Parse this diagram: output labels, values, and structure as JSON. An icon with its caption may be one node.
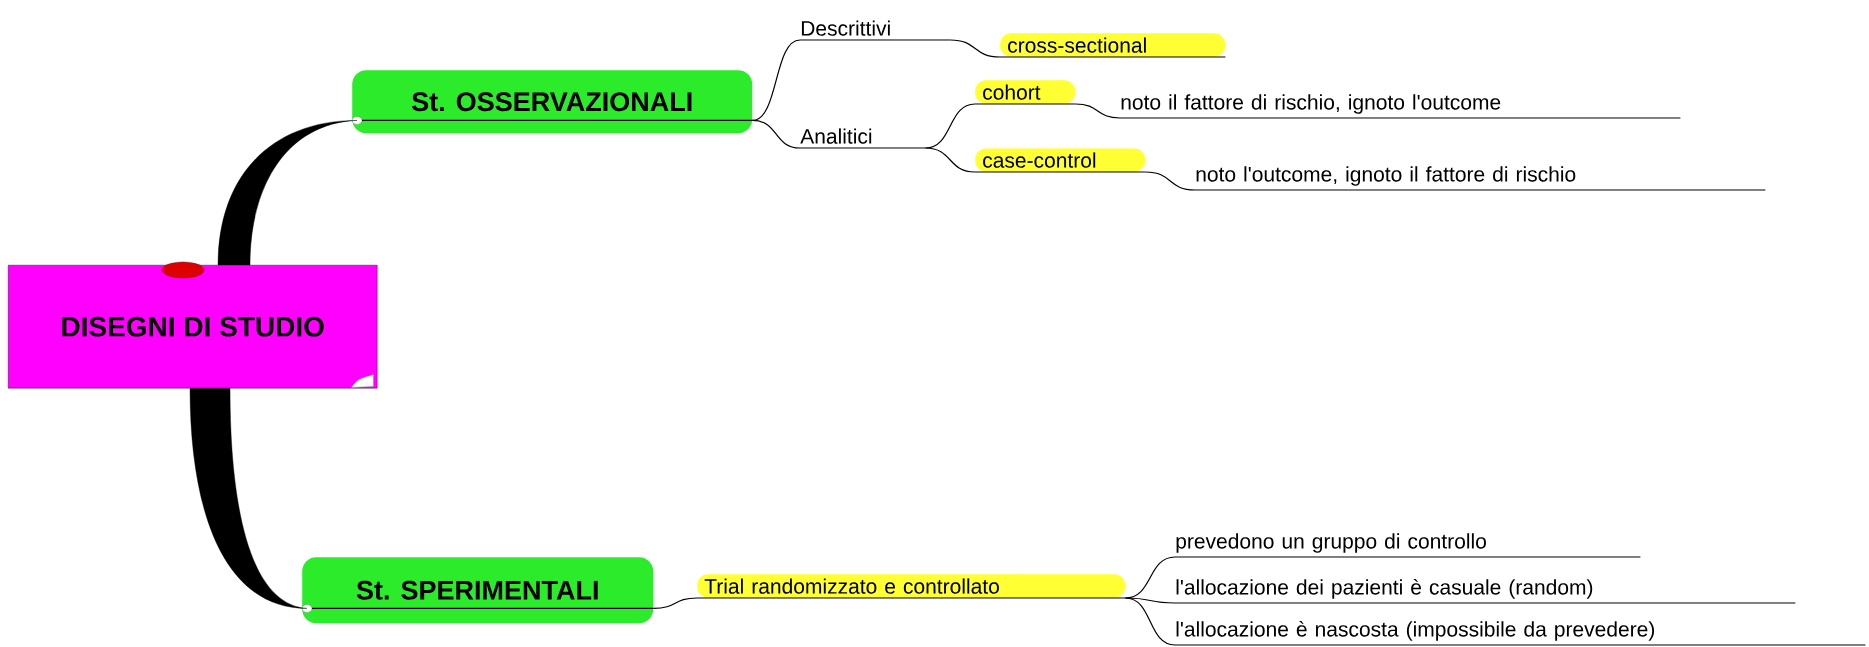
{
  "diagram": {
    "nodes": [
      {
        "text": [
          "DISEGNI DI STUDIO"
        ]
      },
      {
        "text": [
          "St. OSSERVAZIONALI"
        ]
      },
      {
        "text": [
          "Descrittivi"
        ]
      },
      {
        "text": [
          "cross-sectional"
        ]
      },
      {
        "text": [
          "Analitici"
        ]
      },
      {
        "text": [
          "cohort"
        ]
      },
      {
        "text": [
          "noto il fattore di rischio, ignoto l'outcome"
        ]
      },
      {
        "text": [
          "case-control"
        ]
      },
      {
        "text": [
          "noto l'outcome, ignoto il fattore di rischio"
        ]
      },
      {
        "text": [
          "St. SPERIMENTALI"
        ]
      },
      {
        "text": [
          "Trial randomizzato e controllato"
        ]
      },
      {
        "text": [
          "prevedono un gruppo di controllo"
        ]
      },
      {
        "text": [
          "l'allocazione dei pazienti è casuale (random)"
        ]
      },
      {
        "text": [
          "l'allocazione è nascosta (impossibile da prevedere)"
        ]
      }
    ],
    "edges": [
      {
        "from": 0,
        "to": 1,
        "arrow": "none",
        "style": "thick"
      },
      {
        "from": 1,
        "to": 2,
        "arrow": "none"
      },
      {
        "from": 2,
        "to": 3,
        "arrow": "none"
      },
      {
        "from": 1,
        "to": 4,
        "arrow": "none"
      },
      {
        "from": 4,
        "to": 5,
        "arrow": "none"
      },
      {
        "from": 5,
        "to": 6,
        "arrow": "none"
      },
      {
        "from": 4,
        "to": 7,
        "arrow": "none"
      },
      {
        "from": 7,
        "to": 8,
        "arrow": "none"
      },
      {
        "from": 0,
        "to": 9,
        "arrow": "none",
        "style": "thick"
      },
      {
        "from": 9,
        "to": 10,
        "arrow": "none"
      },
      {
        "from": 10,
        "to": 11,
        "arrow": "none"
      },
      {
        "from": 10,
        "to": 12,
        "arrow": "none"
      },
      {
        "from": 10,
        "to": 13,
        "arrow": "none"
      }
    ]
  }
}
